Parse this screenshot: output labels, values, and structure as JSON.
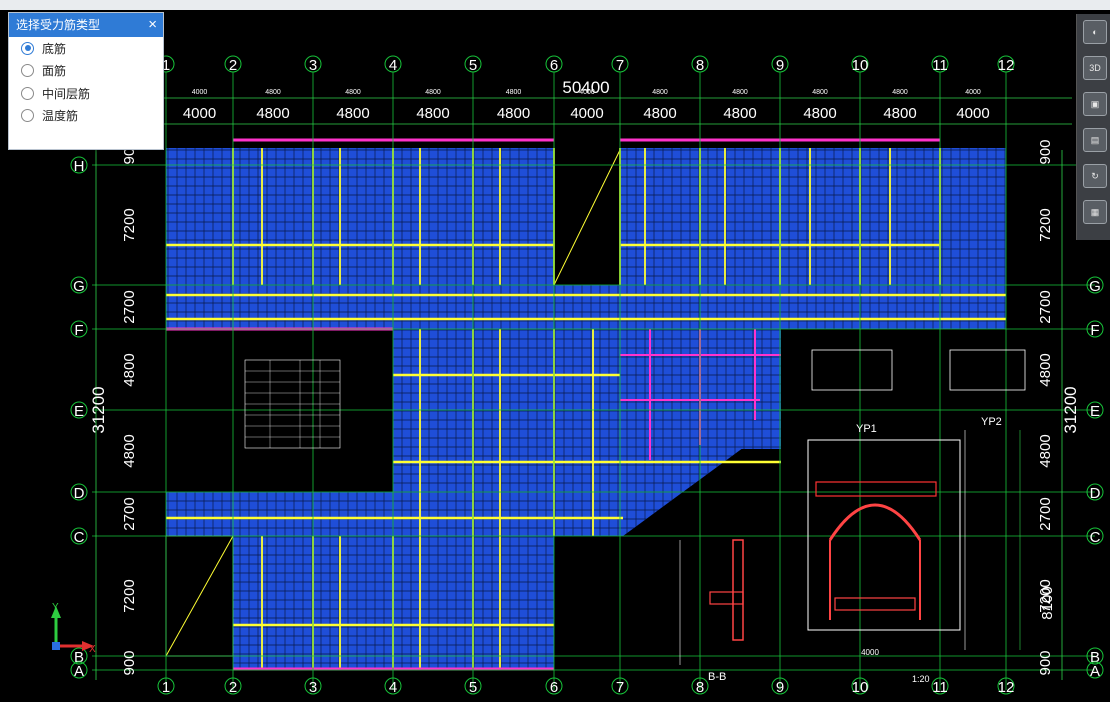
{
  "dialog": {
    "title": "选择受力筋类型",
    "close_glyph": "×",
    "options": [
      {
        "label": "底筋",
        "selected": true
      },
      {
        "label": "面筋",
        "selected": false
      },
      {
        "label": "中间层筋",
        "selected": false
      },
      {
        "label": "温度筋",
        "selected": false
      }
    ]
  },
  "drawing": {
    "total_width": "50400",
    "total_height": "31200",
    "column_axes": [
      "1",
      "2",
      "3",
      "4",
      "5",
      "6",
      "7",
      "8",
      "9",
      "10",
      "11",
      "12"
    ],
    "column_spans": [
      "4000",
      "4800",
      "4800",
      "4800",
      "4800",
      "4000",
      "4800",
      "4800",
      "4800",
      "4800",
      "4000"
    ],
    "row_axes": [
      "H",
      "G",
      "F",
      "E",
      "D",
      "C",
      "B",
      "A"
    ],
    "row_spans": [
      "900",
      "7200",
      "2700",
      "4800",
      "4800",
      "2700",
      "7200",
      "900"
    ],
    "details": {
      "yp1": "YP1",
      "yp2": "YP2",
      "section_bb": "B-B",
      "dim_4000": "4000",
      "dim_8100": "8100",
      "scale": "1:20"
    },
    "ucs": {
      "x": "X",
      "y": "Y"
    }
  },
  "viewtools": [
    {
      "icon": "orbit-icon",
      "label": ""
    },
    {
      "icon": "view-3d-icon",
      "label": "3D"
    },
    {
      "icon": "cube-icon",
      "label": ""
    },
    {
      "icon": "layers-icon",
      "label": ""
    },
    {
      "icon": "rotate-icon",
      "label": ""
    },
    {
      "icon": "grid-icon",
      "label": ""
    }
  ],
  "colors": {
    "background": "#000000",
    "slab": "#1f4ed8",
    "grid_axis": "#17c43a",
    "rebar_yellow": "#ffff33",
    "rebar_magenta": "#ff33cc",
    "accent": "#2f7bd6"
  }
}
